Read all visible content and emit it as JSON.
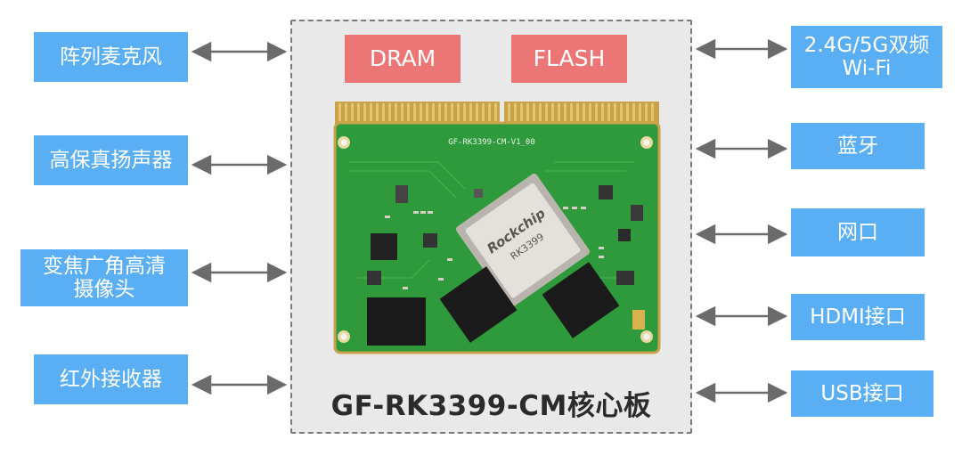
{
  "board": {
    "title": "GF-RK3399-CM核心板",
    "pcb_label": "GF-RK3399-CM-V1_00",
    "chip_brand": "Rockchip",
    "chip_model": "RK3399"
  },
  "memory": {
    "dram": "DRAM",
    "flash": "FLASH"
  },
  "left_peripherals": [
    {
      "label": "阵列麦克风"
    },
    {
      "label": "高保真扬声器"
    },
    {
      "label": "变焦广角高清\n摄像头"
    },
    {
      "label": "红外接收器"
    }
  ],
  "right_peripherals": [
    {
      "label": "2.4G/5G双频\nWi-Fi"
    },
    {
      "label": "蓝牙"
    },
    {
      "label": "网口"
    },
    {
      "label": "HDMI接口"
    },
    {
      "label": "USB接口"
    }
  ],
  "colors": {
    "peripheral_box": "#5aaef4",
    "memory_box": "#ec7575",
    "panel": "#e9e9e9",
    "pcb_green": "#2f9a3c",
    "arrow": "#6b6b6b"
  }
}
